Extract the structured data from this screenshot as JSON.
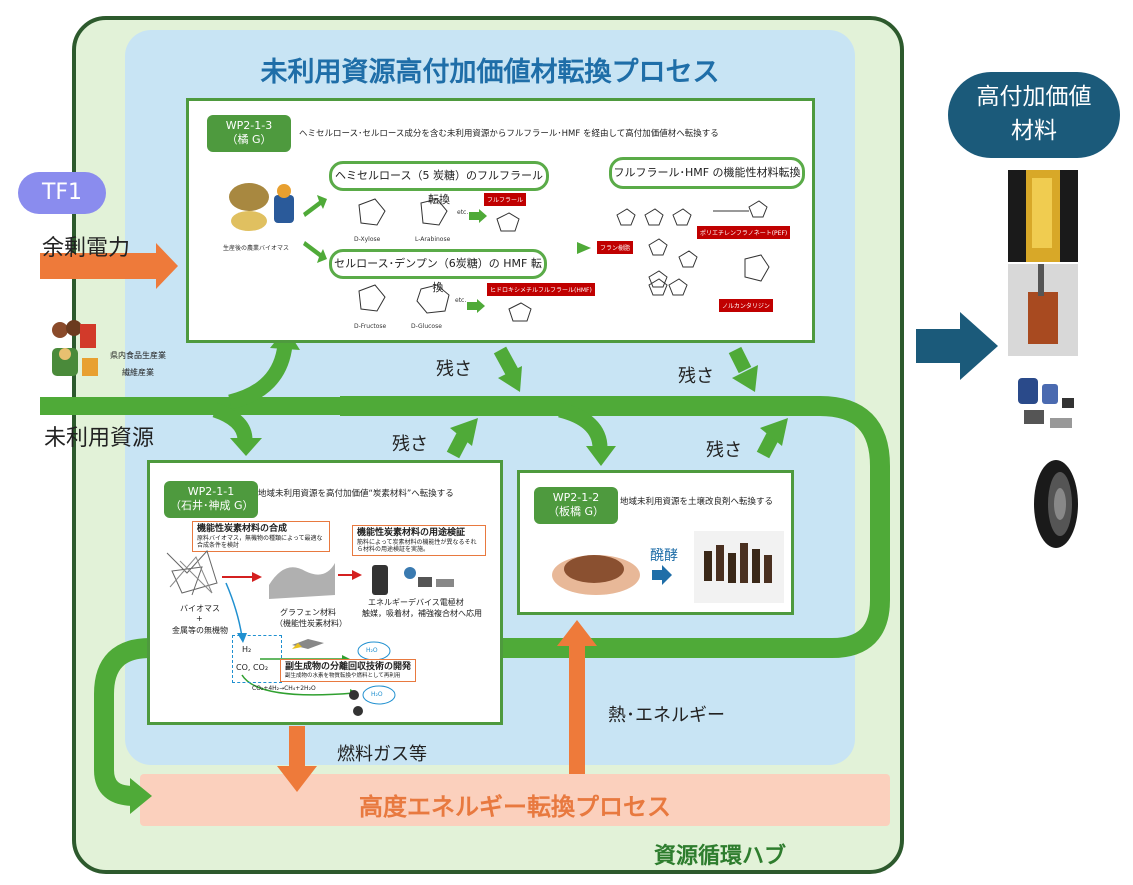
{
  "process_title": "未利用資源高付加価値材転換プロセス",
  "hub_label": "資源循環ハブ",
  "energy_process": "高度エネルギー転換プロセス",
  "tf1": "TF1",
  "left_labels": {
    "surplus_power": "余剰電力",
    "unused_resource": "未利用資源",
    "industry_line1": "県内食品生産業",
    "industry_line2": "繊維産業"
  },
  "residue_labels": [
    "残さ",
    "残さ",
    "残さ",
    "残さ"
  ],
  "fuel_gas": "燃料ガス等",
  "heat_energy": "熱･エネルギー",
  "ferment": "醗酵",
  "right_panel": {
    "title_line1": "高付加価値",
    "title_line2": "材料"
  },
  "wp213": {
    "tag_line1": "WP2-1-3",
    "tag_line2": "（橘 G）",
    "description": "ヘミセルロース･セルロース成分を含む未利用資源からフルフラール･HMF を経由して高付加価値材へ転換する",
    "box_hemi": "ヘミセルロース（5 炭糖）のフルフラール転換",
    "box_cell": "セルロース･デンプン（6炭糖）の HMF 転換",
    "box_func": "フルフラール･HMF の機能性材料転換",
    "biomass_caption": "生産後の農業バイオマス",
    "xylose": "D-Xylose",
    "arabinose": "L-Arabinose",
    "fructose": "D-Fructose",
    "glucose": "D-Glucose",
    "etc1": "etc.",
    "etc2": "etc.",
    "furfural": "フルフラール",
    "furan_resin": "フラン樹脂",
    "hmf": "ヒドロキシメチルフルフラール(HMF)",
    "pef": "ポリエチレンフラノネート(PEF)",
    "norcantharidin": "ノルカンタリジン"
  },
  "wp211": {
    "tag_line1": "WP2-1-1",
    "tag_line2": "（石井･神成 G）",
    "description": "地域未利用資源を高付加価値“炭素材料”へ転換する",
    "synth_title": "機能性炭素材料の合成",
    "synth_desc": "原料バイオマス，無機物の種類によって最適な合成条件を検討",
    "app_title": "機能性炭素材料の用途検証",
    "app_desc": "筋料によって炭素材料の機能性が異なるそれら材料の用途検証を実施。",
    "biomass": "バイオマス",
    "plus": "+",
    "inorganic": "金属等の無機物",
    "graphene1": "グラフェン材料",
    "graphene2": "（機能性炭素材料）",
    "energy_dev": "エネルギーデバイス電極材",
    "uses": "触媒，吸着材，補強複合材へ応用",
    "h2": "H₂",
    "co": "CO, CO₂",
    "h2o_1": "H₂O",
    "h2o_2": "H₂O",
    "byproduct_title": "副生成物の分離回収技術の開発",
    "byproduct_desc": "副生成物の水素を物質転換や燃料として再利用",
    "reaction": "CO₂+4H₂→CH₄+2H₂O"
  },
  "wp212": {
    "tag_line1": "WP2-1-2",
    "tag_line2": "（板橋 G）",
    "description": "地域未利用資源を土壌改良剤へ転換する"
  },
  "colors": {
    "hub_bg": "#e2f2d8",
    "inner_bg": "#c8e4f4",
    "green_arrow": "#4faa38",
    "orange_arrow": "#ee7a3a",
    "title_blue": "#1f6ea8",
    "right_navy": "#1b5a7a"
  }
}
